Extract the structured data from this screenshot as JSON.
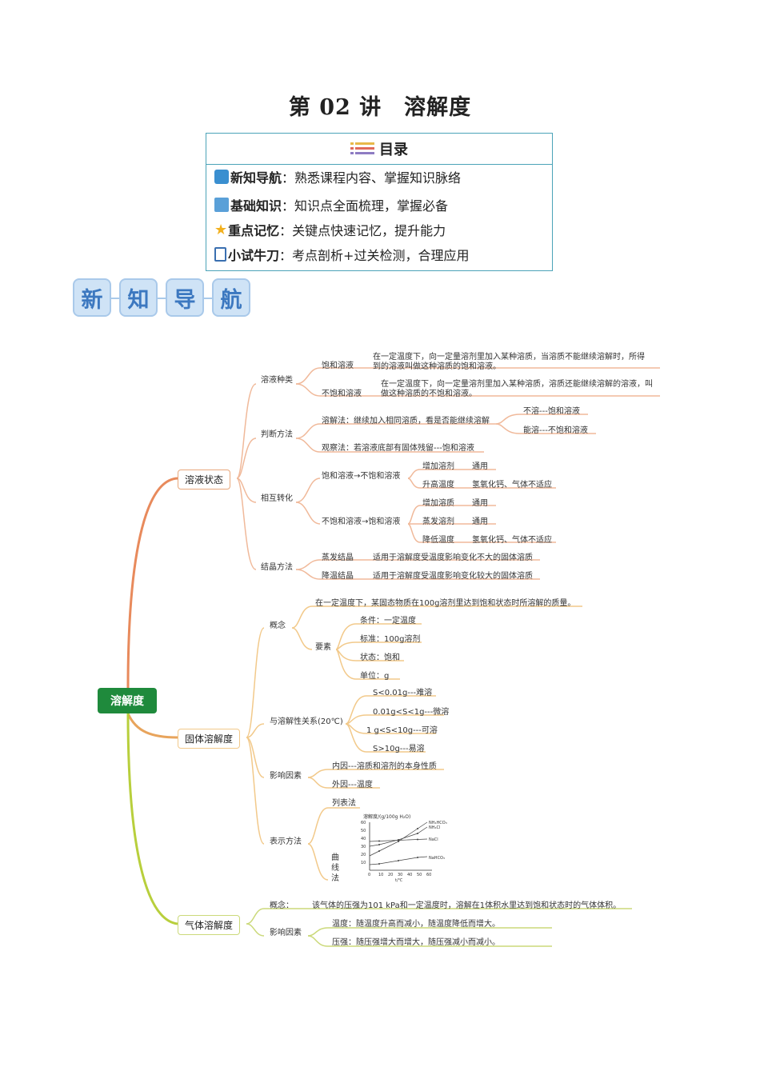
{
  "title": "第 02 讲　溶解度",
  "toc": {
    "heading": "目录",
    "rows": [
      {
        "key": "新知导航",
        "sep": "：",
        "desc": "熟悉课程内容、掌握知识脉络"
      },
      {
        "key": "基础知识",
        "sep": "：",
        "desc": "知识点全面梳理，掌握必备"
      },
      {
        "key": "重点记忆",
        "sep": "：",
        "desc": "关键点快速记忆，提升能力"
      },
      {
        "key": "小试牛刀",
        "sep": "：",
        "desc": "考点剖析+过关检测，合理应用"
      }
    ]
  },
  "badges": [
    "新",
    "知",
    "导",
    "航"
  ],
  "mindmap": {
    "root": "溶解度",
    "b1": {
      "label": "溶液状态",
      "kinds": {
        "label": "溶液种类",
        "sat": "饱和溶液",
        "sat_def": "在一定温度下，向一定量溶剂里加入某种溶质，当溶质不能继续溶解时，所得",
        "sat_def2": "到的溶液叫做这种溶质的饱和溶液。",
        "unsat": "不饱和溶液",
        "unsat_def": "在一定温度下，向一定量溶剂里加入某种溶质，溶质还能继续溶解的溶液，叫",
        "unsat_def2": "做这种溶质的不饱和溶液。"
      },
      "judge": {
        "label": "判断方法",
        "dissolve": "溶解法：继续加入相同溶质，看是否能继续溶解",
        "r1": "不溶---饱和溶液",
        "r2": "能溶---不饱和溶液",
        "observe": "观察法：若溶液底部有固体残留---饱和溶液"
      },
      "convert": {
        "label": "相互转化",
        "a": "饱和溶液→不饱和溶液",
        "a1": "增加溶剂",
        "a1v": "通用",
        "a2": "升高温度",
        "a2v": "氢氧化钙、气体不适应",
        "b": "不饱和溶液→饱和溶液",
        "b1": "增加溶质",
        "b1v": "通用",
        "b2": "蒸发溶剂",
        "b2v": "通用",
        "b3": "降低温度",
        "b3v": "氢氧化钙、气体不适应"
      },
      "cryst": {
        "label": "结晶方法",
        "e": "蒸发结晶",
        "ev": "适用于溶解度受温度影响变化不大的固体溶质",
        "c": "降温结晶",
        "cv": "适用于溶解度受温度影响变化较大的固体溶质"
      }
    },
    "b2": {
      "label": "固体溶解度",
      "concept": {
        "label": "概念",
        "def": "在一定温度下，某固态物质在100g溶剂里达到饱和状态时所溶解的质量。",
        "elements": "要素",
        "e1": "条件：一定温度",
        "e2": "标准：100g溶剂",
        "e3": "状态：饱和",
        "e4": "单位：g"
      },
      "relation": {
        "label": "与溶解性关系(20℃)",
        "r1": "S<0.01g---难溶",
        "r2": "0.01g<S<1g---微溶",
        "r3": "1 g<S<10g---可溶",
        "r4": "S>10g---易溶"
      },
      "factors": {
        "label": "影响因素",
        "f1": "内因---溶质和溶剂的本身性质",
        "f2": "外因---温度"
      },
      "methods": {
        "label": "表示方法",
        "m1": "列表法",
        "m2": "曲线法"
      },
      "curve": {
        "ylabel": "溶解度/(g/100g H₂O)",
        "xlabel": "t/℃",
        "s1": "NH₄HCO₃",
        "s2": "NH₄Cl",
        "s3": "NaCl",
        "s4": "NaHCO₃",
        "yticks": [
          "60",
          "50",
          "40",
          "30",
          "20",
          "10"
        ],
        "xticks": [
          "0",
          "10",
          "20",
          "30",
          "40",
          "50",
          "60"
        ]
      }
    },
    "b3": {
      "label": "气体溶解度",
      "concept": "概念：",
      "concept_def": "该气体的压强为101 kPa和一定温度时，溶解在1体积水里达到饱和状态时的气体体积。",
      "factors": "影响因素",
      "f1": "温度：随温度升高而减小，随温度降低而增大。",
      "f2": "压强：随压强增大而增大，随压强减小而减小。"
    }
  }
}
